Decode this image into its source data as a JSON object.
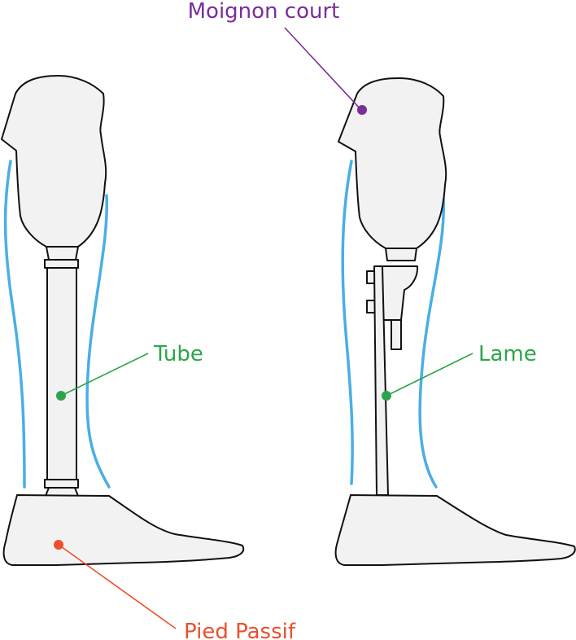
{
  "labels": {
    "stump": "Moignon court",
    "tube": "Tube",
    "blade": "Lame",
    "foot": "Pied Passif"
  },
  "colors": {
    "stump": "#7b2d9a",
    "tube": "#2ea44a",
    "blade": "#2ea44a",
    "foot": "#e9502e",
    "leg_outline": "#4aaee6",
    "part_fill": "#f2f2f2",
    "part_stroke": "#111111"
  }
}
